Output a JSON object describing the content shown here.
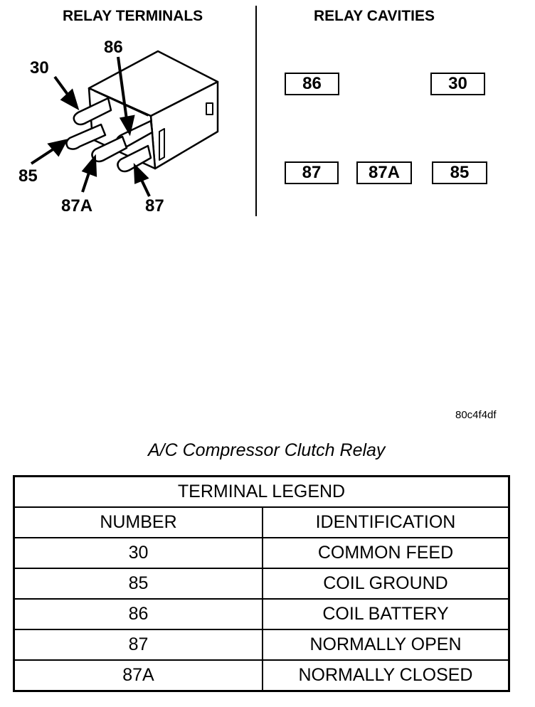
{
  "left_heading": "RELAY TERMINALS",
  "right_heading": "RELAY CAVITIES",
  "terminal_labels": {
    "t30": "30",
    "t86": "86",
    "t85": "85",
    "t87a": "87A",
    "t87": "87"
  },
  "cavities": {
    "c86": "86",
    "c30": "30",
    "c87": "87",
    "c87a": "87A",
    "c85": "85"
  },
  "image_id": "80c4f4df",
  "caption": "A/C Compressor Clutch Relay",
  "legend": {
    "title": "TERMINAL LEGEND",
    "headers": {
      "number": "NUMBER",
      "identification": "IDENTIFICATION"
    },
    "rows": [
      {
        "number": "30",
        "identification": "COMMON FEED"
      },
      {
        "number": "85",
        "identification": "COIL GROUND"
      },
      {
        "number": "86",
        "identification": "COIL BATTERY"
      },
      {
        "number": "87",
        "identification": "NORMALLY OPEN"
      },
      {
        "number": "87A",
        "identification": "NORMALLY CLOSED"
      }
    ]
  }
}
